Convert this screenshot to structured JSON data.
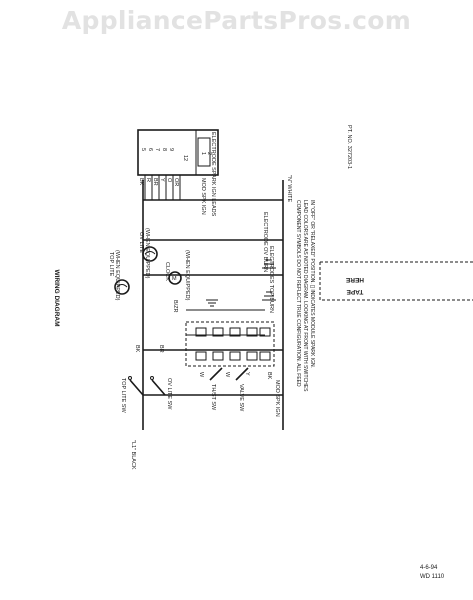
{
  "watermark": "AppliancePartsPros.com",
  "title": "WIRING DIAGRAM",
  "labels": {
    "l1": "\"L1\" BLACK",
    "n": "\"N\" WHITE",
    "top_lite_sw": "TOP LITE SW",
    "ov_lite_sw": "OV LITE SW",
    "top_lite": "TOP LITE",
    "top_lite_sub": "(WHEN EQUIPPED)",
    "ov_lite": "OV LITE",
    "ov_lite_sub": "(WHEN EQUIPPED)",
    "clock": "CLOCK",
    "clock_sub": "(WHEN EQUIPPED)",
    "bk": "BK",
    "br": "BR",
    "w": "W",
    "w2": "W",
    "bzr": "B/ZR",
    "y": "Y",
    "bk2": "BK",
    "thermo_sw": "TH/ST SW",
    "valve_sw": "VALVE SW",
    "mod_spk_ign": "MOD SPK IGN",
    "mod_spk_ign2": "MOD SPK IGN",
    "electrode_top": "ELECTRODES TOP BURN",
    "electrode_ov": "ELECTRODE OV BURN",
    "module": "ELECTRODE SPARK IGN LEADS",
    "pt_no": "PT. NO. 327203-1",
    "tape": "TAPE",
    "here": "HERE"
  },
  "terminals": [
    "BK",
    "R",
    "BR",
    "Y",
    "O",
    "OR"
  ],
  "terminal_numbers": [
    "5",
    "6",
    "7",
    "8",
    "9",
    "12",
    "1",
    "2"
  ],
  "notes": [
    "COMPONENT SYMBOLS DO NOT REFLECT TRUE CONFIGURATION. ALL FEED",
    "LEAD COLORS ARE AS NOTED DIAGRAM. LOOKING AT FRONT WITH SWITCHES",
    "IN \"OFF\" OR \"RELAXED\" POSITION. [] INDICATES MODULE SPARK IGN."
  ],
  "footer": {
    "date": "4-6-94",
    "code": "WD 1110"
  }
}
